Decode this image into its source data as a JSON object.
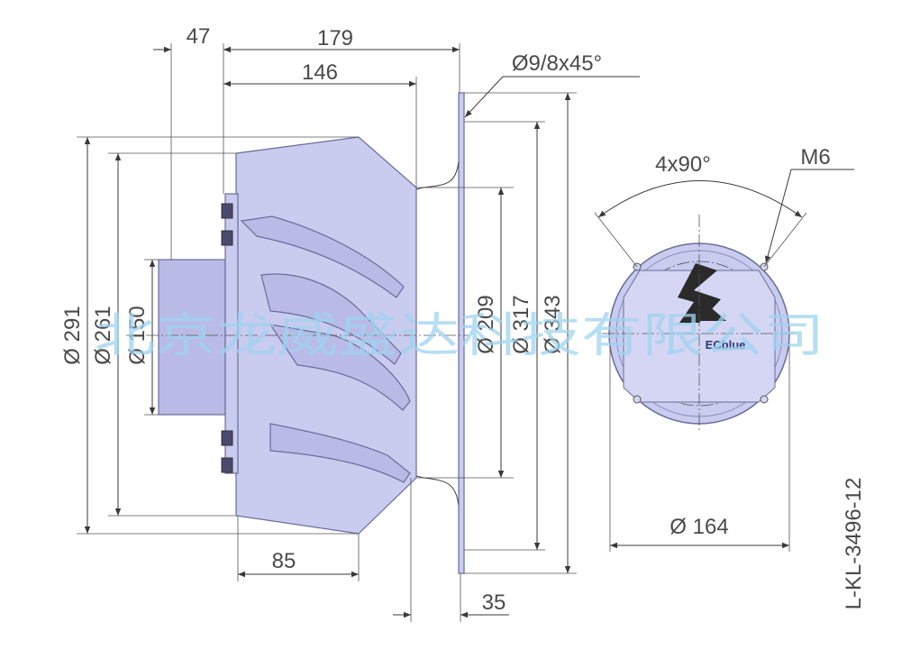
{
  "drawing": {
    "code": "L-KL-3496-12",
    "logo": "ECblue",
    "watermark": "北京龙威盛达科技有限公司",
    "colors": {
      "part_fill": "#c9cbef",
      "part_stroke": "#6a6c9a",
      "watermark": "#9fd3f0",
      "line": "#3a3a3a"
    }
  },
  "dimensions": {
    "d47": "47",
    "d179": "179",
    "d146": "146",
    "chamfer": "Ø9/8x45°",
    "d291": "Ø 291",
    "d261": "Ø 261",
    "d150": "Ø 150",
    "d209": "Ø 209",
    "d317": "Ø 317",
    "d343": "Ø 343",
    "d85": "85",
    "d35": "35",
    "holes": "4x90°",
    "thread": "M6",
    "d164": "Ø 164"
  }
}
